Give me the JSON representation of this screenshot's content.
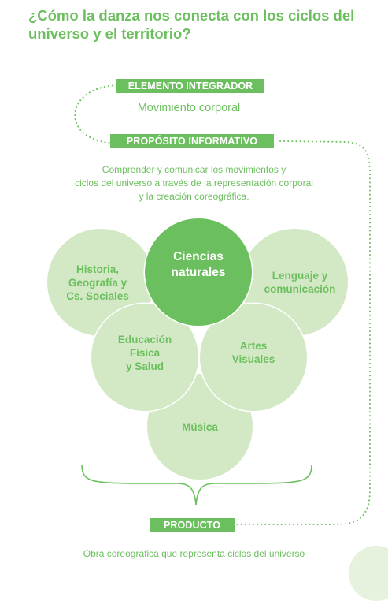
{
  "title": "¿Cómo la danza nos conecta con los ciclos del universo y el territorio?",
  "elemento": {
    "label": "ELEMENTO INTEGRADOR",
    "value": "Movimiento corporal"
  },
  "proposito": {
    "label": "PROPÓSITO INFORMATIVO",
    "value": "Comprender y comunicar los movimientos y\nciclos del universo a través de la representación corporal\ny la creación coreográfica."
  },
  "subjects": {
    "historia": "Historia,\nGeografía y\nCs. Sociales",
    "ciencias": "Ciencias\nnaturales",
    "lenguaje": "Lenguaje y\ncomunicación",
    "educacion": "Educación\nFísica\ny Salud",
    "artes": "Artes\nVisuales",
    "musica": "Música"
  },
  "producto": {
    "label": "PRODUCTO",
    "value": "Obra coreográfica que representa ciclos del universo"
  },
  "colors": {
    "accent": "#6cbf5e",
    "light": "#d3e9c5"
  }
}
